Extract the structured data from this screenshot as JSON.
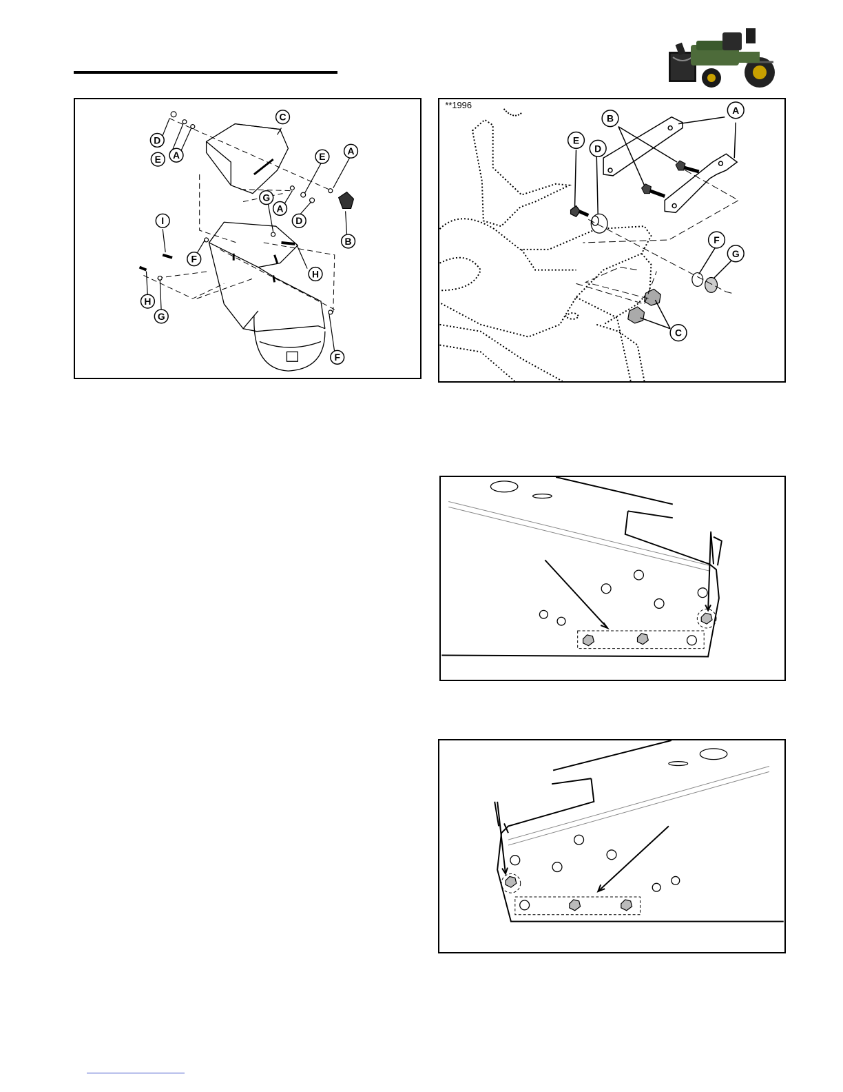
{
  "header": {
    "logo_icon": "snowthrower-tractor-icon"
  },
  "figure1": {
    "callouts": {
      "c_top": "C",
      "d_left": "D",
      "e_left": "E",
      "a_left": "A",
      "e_right": "E",
      "a_right": "A",
      "g_mid": "G",
      "a_mid": "A",
      "d_mid": "D",
      "b": "B",
      "i": "I",
      "f_left": "F",
      "h_right": "H",
      "h_left": "H",
      "g_left": "G",
      "f_right": "F"
    }
  },
  "figure2": {
    "code": "**1996",
    "callouts": {
      "b": "B",
      "a": "A",
      "e": "E",
      "d": "D",
      "f": "F",
      "g": "G",
      "c": "C"
    }
  },
  "figure3": {},
  "figure4": {}
}
